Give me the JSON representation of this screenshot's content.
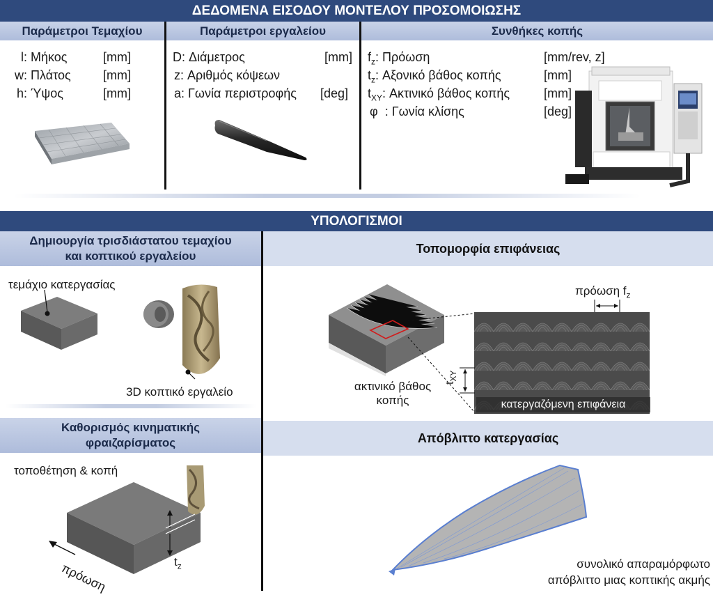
{
  "top": {
    "title": "ΔΕΔΟΜΕΝΑ ΕΙΣΟΔΟΥ ΜΟΝΤΕΛΟΥ ΠΡΟΣΟΜΟΙΩΣΗΣ",
    "col1": {
      "header": "Παράμετροι Τεμαχίου",
      "rows": [
        {
          "sym": "l",
          "name": ": Μήκος",
          "unit": "[mm]"
        },
        {
          "sym": "w",
          "name": ": Πλάτος",
          "unit": "[mm]"
        },
        {
          "sym": "h",
          "name": ": Ύψος",
          "unit": "[mm]"
        }
      ]
    },
    "col2": {
      "header": "Παράμετροι εργαλείου",
      "rows": [
        {
          "sym": "D",
          "name": ": Διάμετρος",
          "unit": "[mm]"
        },
        {
          "sym": "z",
          "name": ": Αριθμός κόψεων",
          "unit": ""
        },
        {
          "sym": "a",
          "name": ": Γωνία περιστροφής",
          "unit": "[deg]"
        }
      ]
    },
    "col3": {
      "header": "Συνθήκες κοπής",
      "rows": [
        {
          "sym": "f",
          "sub": "z",
          "name": ": Πρόωση",
          "unit": "[mm/rev, z]"
        },
        {
          "sym": "t",
          "sub": "z",
          "name": ": Αξονικό βάθος κοπής",
          "unit": "[mm]"
        },
        {
          "sym": "t",
          "sub": "XY",
          "name": ": Ακτινικό βάθος κοπής",
          "unit": "[mm]"
        },
        {
          "sym": "φ",
          "sub": "",
          "name": ": Γωνία κλίσης",
          "unit": "[deg]"
        }
      ]
    }
  },
  "calc": {
    "title": "ΥΠΟΛΟΓΙΣΜΟΙ",
    "left1": {
      "header_line1": "Δημιουργία τρισδιάστατου τεμαχίου",
      "header_line2": "και κοπτικού εργαλείου",
      "workpiece_label": "τεμάχιο κατεργασίας",
      "tool_label": "3D κοπτικό εργαλείο"
    },
    "left2": {
      "header_line1": "Καθορισμός κινηματικής",
      "header_line2": "φραιζαρίσματος",
      "place_label": "τοποθέτηση & κοπή",
      "feed_label": "πρόωση",
      "tz_label": "t",
      "tz_sub": "z"
    },
    "right1": {
      "header": "Τοπομορφία επιφάνειας",
      "feed_label": "πρόωση f",
      "feed_sub": "z",
      "radial_line1": "ακτινικό βάθος",
      "radial_line2": "κοπής",
      "txy_label": "t",
      "txy_sub": "XY",
      "surface_label": "κατεργαζόμενη επιφάνεια"
    },
    "right2": {
      "header": "Απόβλιττο κατεργασίας",
      "chip_line1": "συνολικό απαραμόρφωτο",
      "chip_line2": "απόβλιττο μιας κοπτικής ακμής"
    }
  }
}
